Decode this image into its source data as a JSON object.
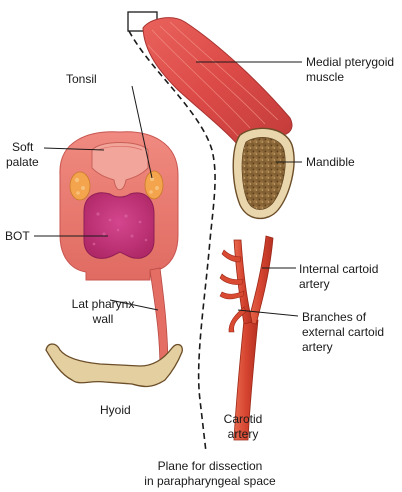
{
  "labels": {
    "tonsil": "Tonsil",
    "soft_palate_1": "Soft",
    "soft_palate_2": "palate",
    "bot": "BOT",
    "lat_pharynx_1": "Lat pharynx",
    "lat_pharynx_2": "wall",
    "hyoid": "Hyoid",
    "medial_pterygoid_1": "Medial pterygoid",
    "medial_pterygoid_2": "muscle",
    "mandible": "Mandible",
    "internal_carotid_1": "Internal cartoid",
    "internal_carotid_2": "artery",
    "branches_1": "Branches of",
    "branches_2": "external cartoid",
    "branches_3": "artery",
    "carotid_1": "Carotid",
    "carotid_2": "artery",
    "plane_1": "Plane for dissection",
    "plane_2": "in parapharyngeal space"
  },
  "colors": {
    "muscle": "#e0504e",
    "muscle_dark": "#b83636",
    "pharynx_outer": "#e87a6e",
    "tongue": "#c8307a",
    "tonsil": "#f0a84e",
    "bone": "#e8d4a6",
    "bone_dark": "#8c6a3c",
    "artery": "#d94a32",
    "line": "#1a1a1a"
  }
}
